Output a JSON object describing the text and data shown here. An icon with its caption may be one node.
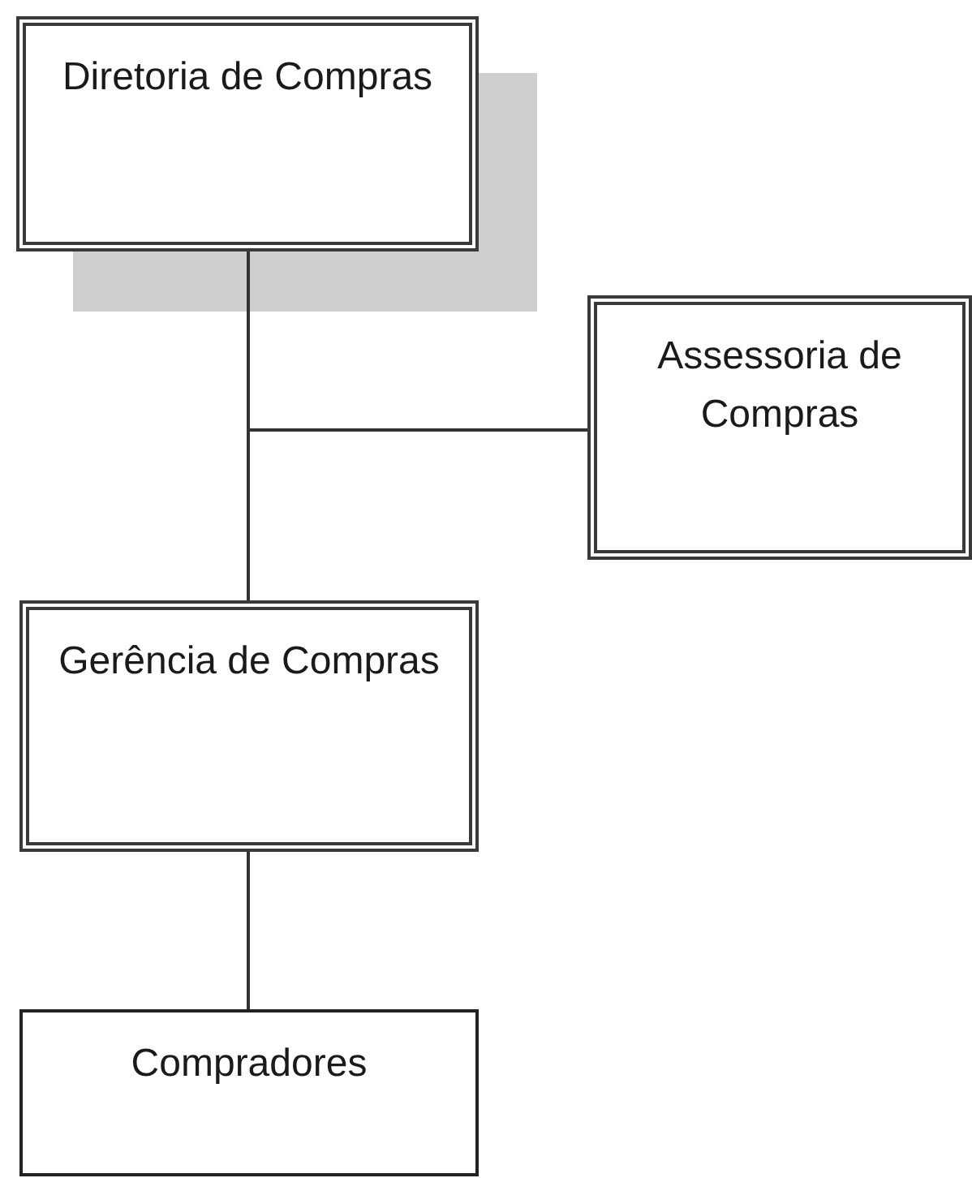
{
  "diagram": {
    "nodes": [
      {
        "text": [
          "Diretoria de Compras"
        ]
      },
      {
        "text": [
          "Assessoria de Compras"
        ]
      },
      {
        "text": [
          "Gerência de Compras"
        ]
      },
      {
        "text": [
          "Compradores"
        ]
      }
    ],
    "edges": [
      {
        "from": 0,
        "to": 1,
        "arrow": "none"
      },
      {
        "from": 0,
        "to": 2,
        "arrow": "none"
      },
      {
        "from": 2,
        "to": 3,
        "arrow": "none"
      }
    ]
  }
}
